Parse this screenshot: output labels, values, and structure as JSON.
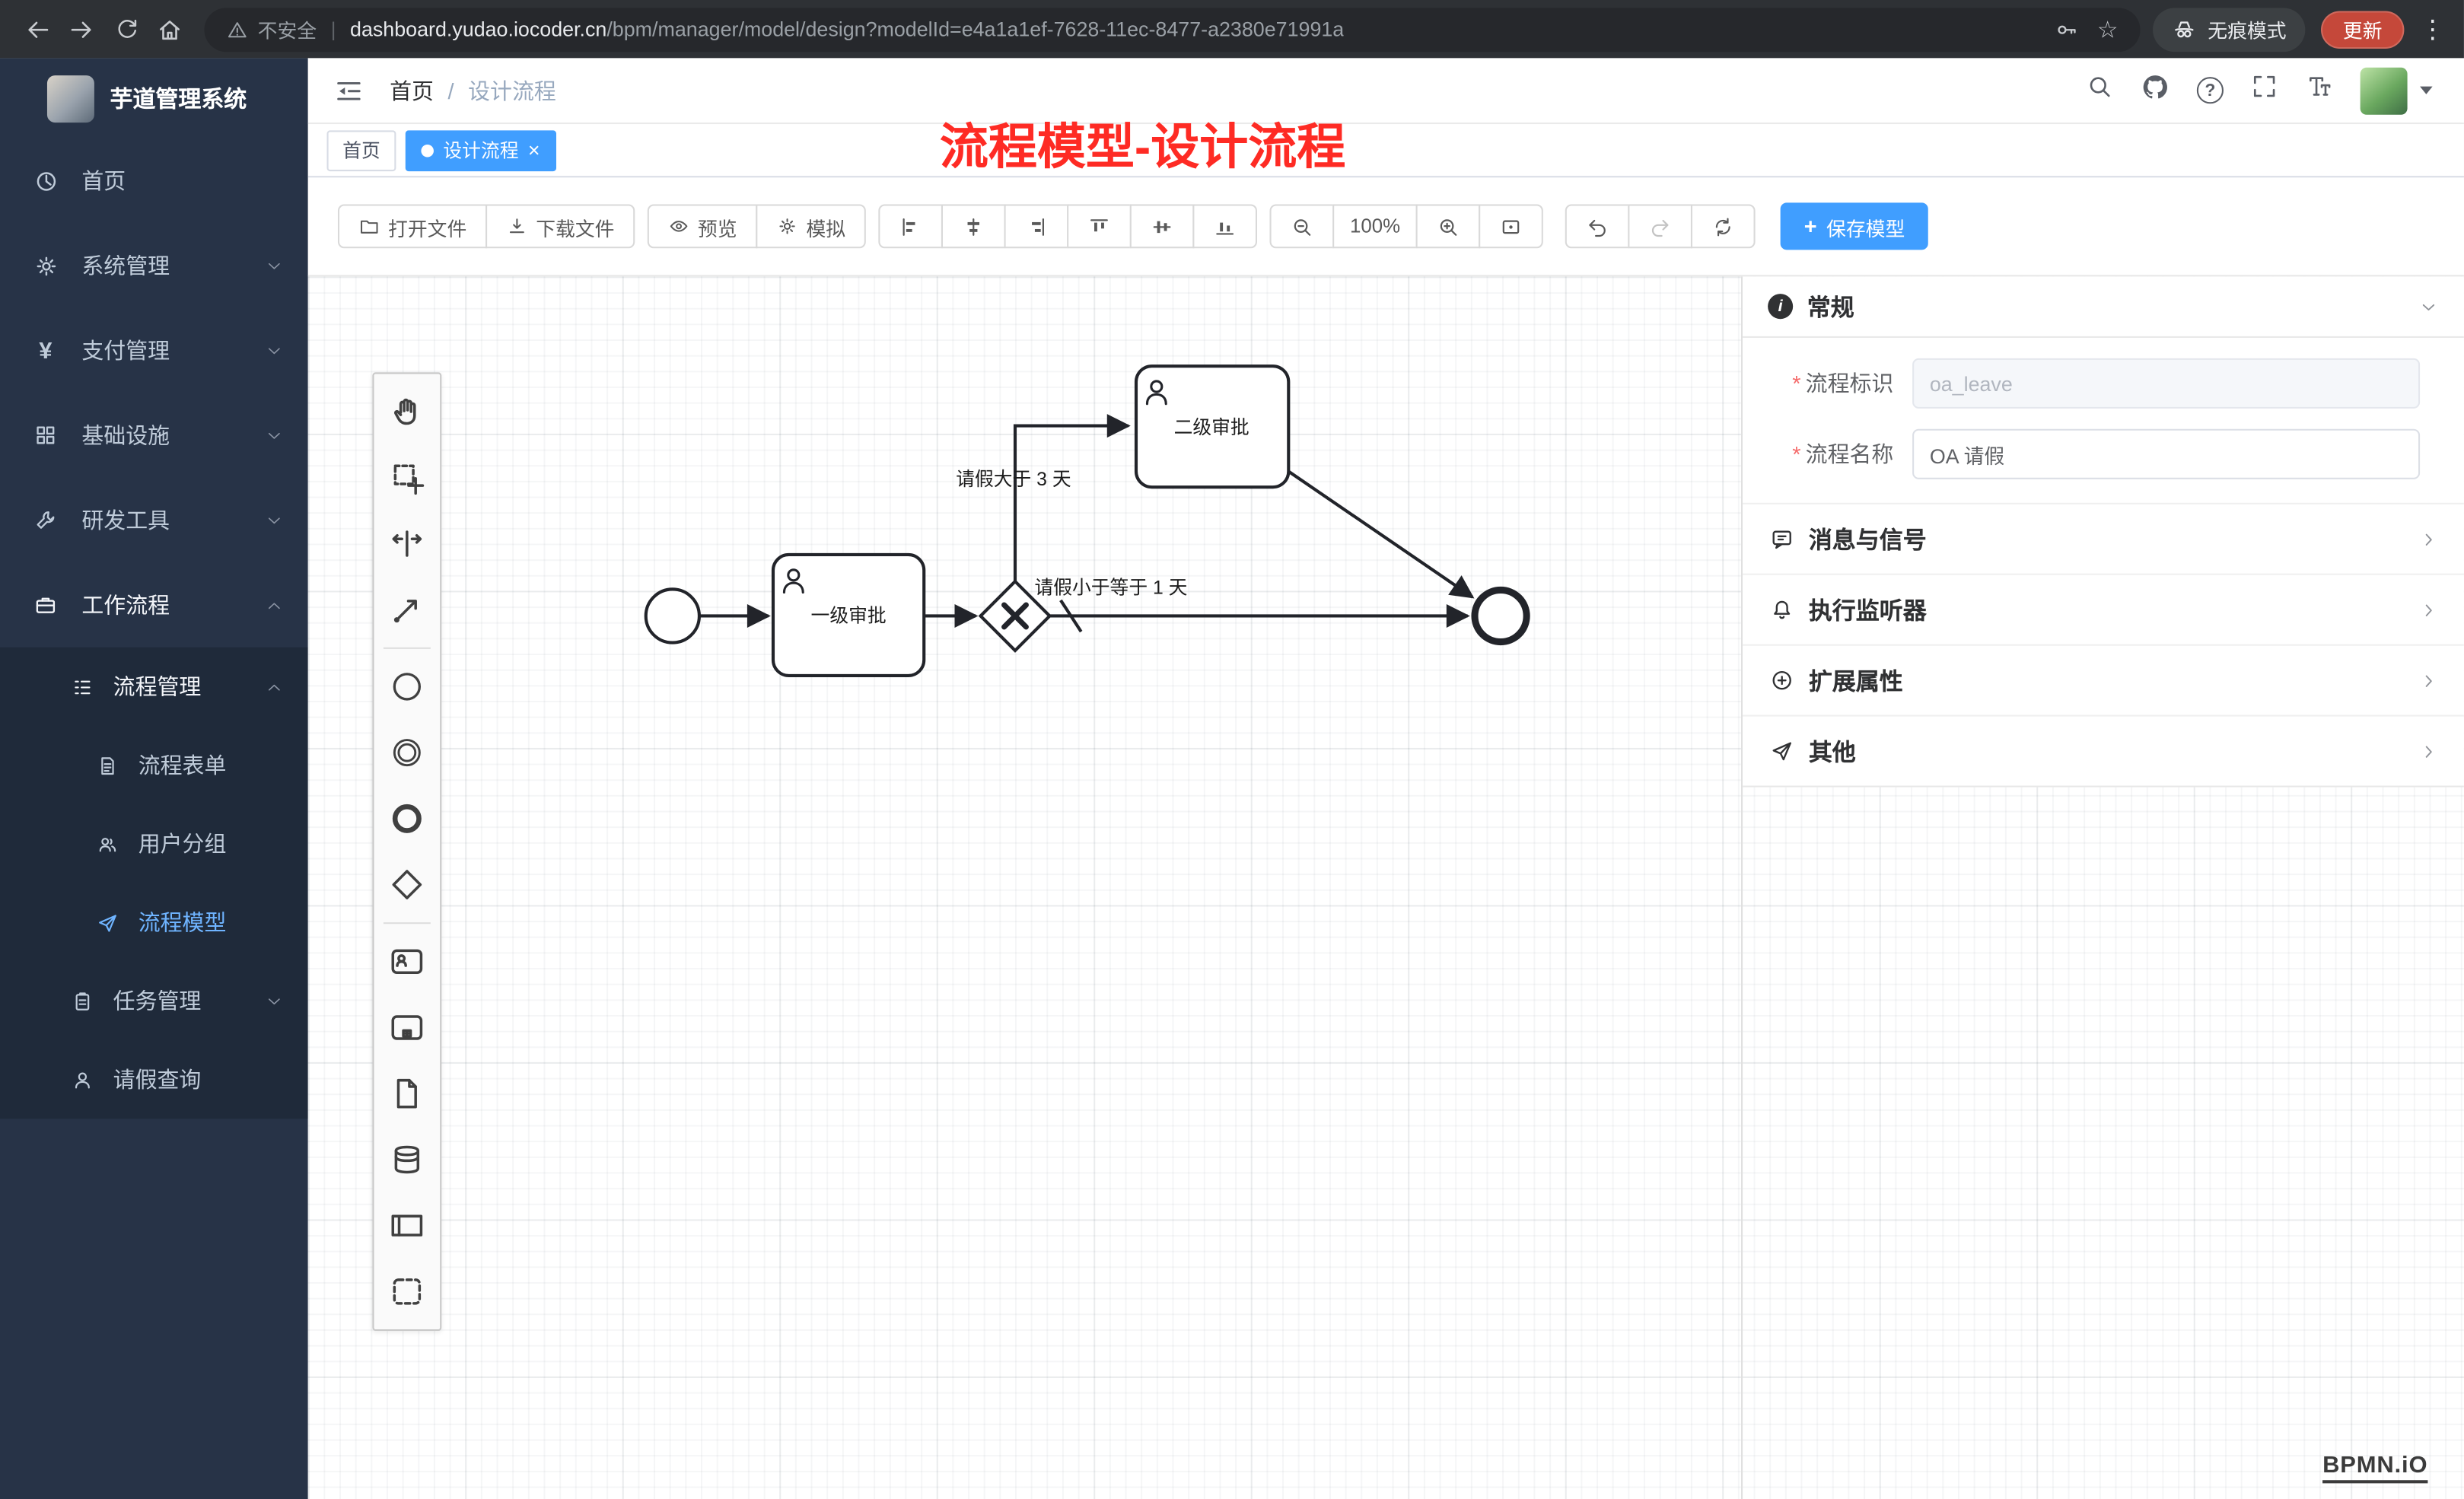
{
  "browser": {
    "security": "不安全",
    "separator": "|",
    "url_host": "dashboard.yudao.iocoder.cn",
    "url_path": "/bpm/manager/model/design?modelId=e4a1a1ef-7628-11ec-8477-a2380e71991a",
    "incognito": "无痕模式",
    "update": "更新"
  },
  "icons": {
    "star": "☆",
    "more": "⋮",
    "yen": "¥",
    "question": "?"
  },
  "sidebar": {
    "title": "芋道管理系统",
    "menu": [
      {
        "label": "首页"
      },
      {
        "label": "系统管理"
      },
      {
        "label": "支付管理"
      },
      {
        "label": "基础设施"
      },
      {
        "label": "研发工具"
      },
      {
        "label": "工作流程"
      }
    ],
    "submenu": [
      {
        "label": "流程管理"
      },
      {
        "label": "流程表单"
      },
      {
        "label": "用户分组"
      },
      {
        "label": "流程模型"
      },
      {
        "label": "任务管理"
      },
      {
        "label": "请假查询"
      }
    ]
  },
  "header": {
    "breadcrumb_home": "首页",
    "breadcrumb_sep": "/",
    "breadcrumb_current": "设计流程",
    "annotation": "流程模型-设计流程"
  },
  "tabs": {
    "home": "首页",
    "current": "设计流程",
    "close": "×"
  },
  "toolbar": {
    "open": "打开文件",
    "download": "下载文件",
    "preview": "预览",
    "simulate": "模拟",
    "zoom_level": "100%",
    "plus": "+",
    "save": "保存模型"
  },
  "diagram": {
    "task_level1": "一级审批",
    "task_level2": "二级审批",
    "flow_gt3": "请假大于 3 天",
    "flow_le1": "请假小于等于 1 天"
  },
  "panel": {
    "required_mark": "*",
    "general_title": "常规",
    "info": "i",
    "key_label": "流程标识",
    "key_value": "oa_leave",
    "name_label": "流程名称",
    "name_value": "OA 请假",
    "sections": [
      {
        "label": "消息与信号"
      },
      {
        "label": "执行监听器"
      },
      {
        "label": "扩展属性"
      },
      {
        "label": "其他"
      }
    ]
  },
  "watermark": "BPMN.iO"
}
